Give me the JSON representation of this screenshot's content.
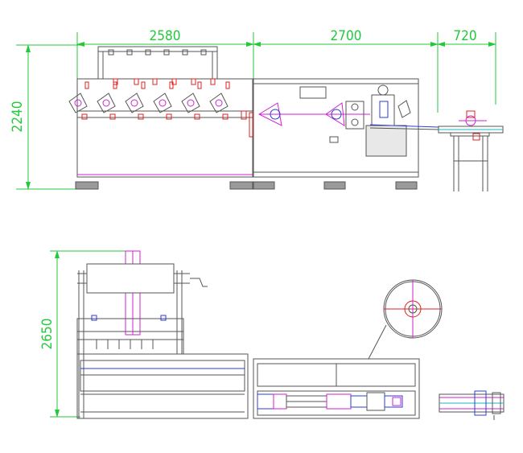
{
  "drawing": {
    "colors": {
      "dimension": "#22c93a",
      "outline": "#555555",
      "part_magenta": "#d21fd2",
      "part_red": "#e02020",
      "part_blue": "#2a3cd8",
      "part_cyan": "#1ab6c8",
      "fill_gray": "#9a9a9a"
    },
    "front_view": {
      "dim_section_1": "2580",
      "dim_section_2": "2700",
      "dim_section_3": "720",
      "dim_height": "2240"
    },
    "top_view": {
      "dim_depth": "2650"
    }
  }
}
